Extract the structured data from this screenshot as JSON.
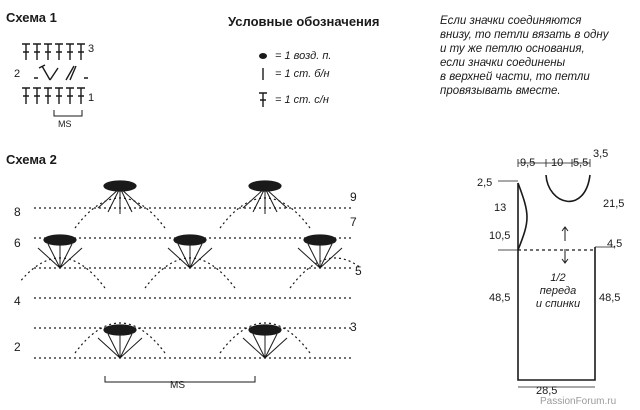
{
  "scheme1": {
    "title": "Схема 1",
    "rows": [
      "3",
      "2",
      "1"
    ],
    "repeat_label": "MS"
  },
  "legend": {
    "title": "Условные обозначения",
    "items": [
      {
        "icon": "chain-stitch-icon",
        "text": "= 1 возд. п."
      },
      {
        "icon": "single-crochet-icon",
        "text": "= 1 ст. б/н"
      },
      {
        "icon": "double-crochet-icon",
        "text": "= 1 ст. с/н"
      }
    ]
  },
  "note": {
    "lines": [
      "Если значки соединяются",
      "внизу, то петли вязать в одну",
      "и ту же петлю основания,",
      "если значки соединены",
      "в верхней части, то петли",
      "провязывать вместе."
    ]
  },
  "scheme2": {
    "title": "Схема 2",
    "rows_left": [
      "8",
      "6",
      "4",
      "2"
    ],
    "rows_right": [
      "9",
      "7",
      "5",
      "3"
    ],
    "repeat_label": "MS"
  },
  "pattern": {
    "dims_top": [
      "9,5",
      "10",
      "5,5",
      "3,5"
    ],
    "dims_left": [
      "2,5",
      "13",
      "10,5",
      "48,5"
    ],
    "dims_right": [
      "21,5",
      "4,5",
      "48,5"
    ],
    "dim_bottom": "28,5",
    "label": [
      "1/2",
      "переда",
      "и спинки"
    ]
  },
  "watermark": "PassionForum.ru",
  "colors": {
    "ink": "#1a1a1a",
    "gray": "#9a9a9a"
  }
}
